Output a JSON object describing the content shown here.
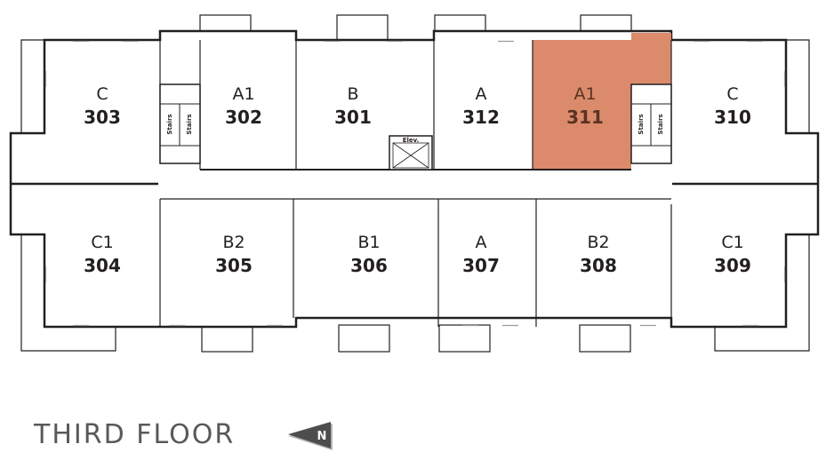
{
  "floor_title": "THIRD FLOOR",
  "north_label": "N",
  "stairs_label": "Stairs",
  "elevator_label": "Elev.",
  "highlight_color": "#db8b6b",
  "units": [
    {
      "id": "303",
      "type": "C"
    },
    {
      "id": "302",
      "type": "A1"
    },
    {
      "id": "301",
      "type": "B"
    },
    {
      "id": "312",
      "type": "A"
    },
    {
      "id": "311",
      "type": "A1",
      "highlighted": true
    },
    {
      "id": "310",
      "type": "C"
    },
    {
      "id": "304",
      "type": "C1"
    },
    {
      "id": "305",
      "type": "B2"
    },
    {
      "id": "306",
      "type": "B1"
    },
    {
      "id": "307",
      "type": "A"
    },
    {
      "id": "308",
      "type": "B2"
    },
    {
      "id": "309",
      "type": "C1"
    }
  ]
}
